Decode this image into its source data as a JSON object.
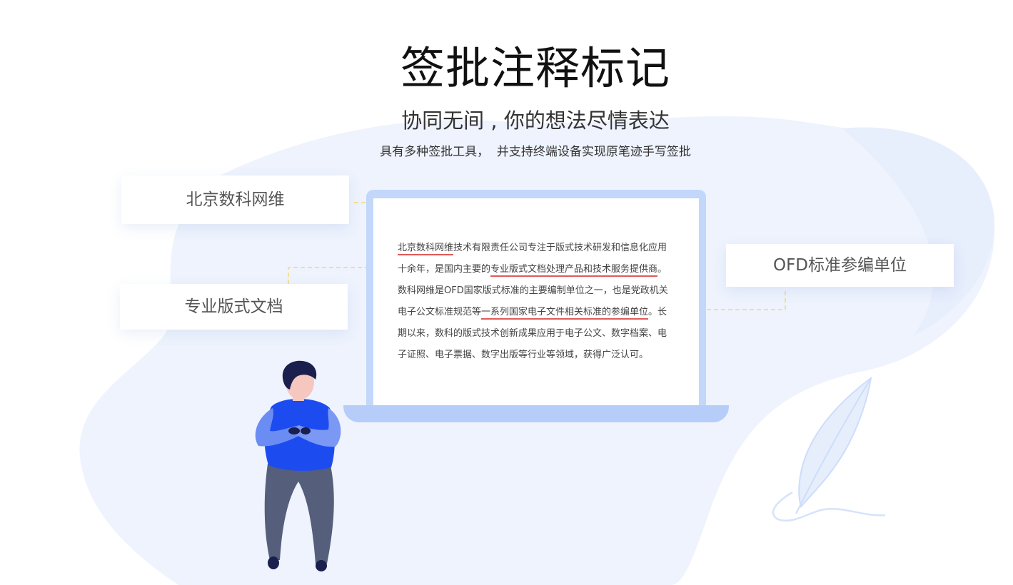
{
  "hero": {
    "title": "签批注释标记",
    "subtitle": "协同无间 , 你的想法尽情表达",
    "description": "具有多种签批工具，  并支持终端设备实现原笔迹手写签批"
  },
  "labels": {
    "card_1": "北京数科网维",
    "card_2": "专业版式文档",
    "card_3": "OFD标准参编单位"
  },
  "document": {
    "line_1_underlined": "北京数科网维",
    "line_1_rest": "技术有限责任公司专注于版式技术研发和信息化应用",
    "line_2_plain": "十余年，是国内主要的",
    "line_2_underlined": "专业版式文档处理产品和技术服务提供商",
    "line_2_end": "。",
    "line_3": "数科网维是OFD国家版式标准的主要编制单位之一，也是党政机关",
    "line_4_plain": "电子公文标准规范等",
    "line_4_underlined": "一系列国家电子文件相关标准的参编单位",
    "line_4_end": "。长",
    "line_5": "期以来，数科的版式技术创新成果应用于电子公文、数字档案、电",
    "line_6": "子证照、电子票据、数字出版等行业等领域，获得广泛认可。"
  },
  "colors": {
    "accent_underline": "#e05a5a",
    "connector": "#f5d77a",
    "laptop_frame": "#c3d7fb",
    "background_blob": "#eef3fd",
    "person_shirt": "#1c4cf0",
    "person_pants": "#555e7a"
  },
  "icons": {
    "illustration_person": "person-arms-crossed",
    "illustration_quill": "feather-quill"
  }
}
